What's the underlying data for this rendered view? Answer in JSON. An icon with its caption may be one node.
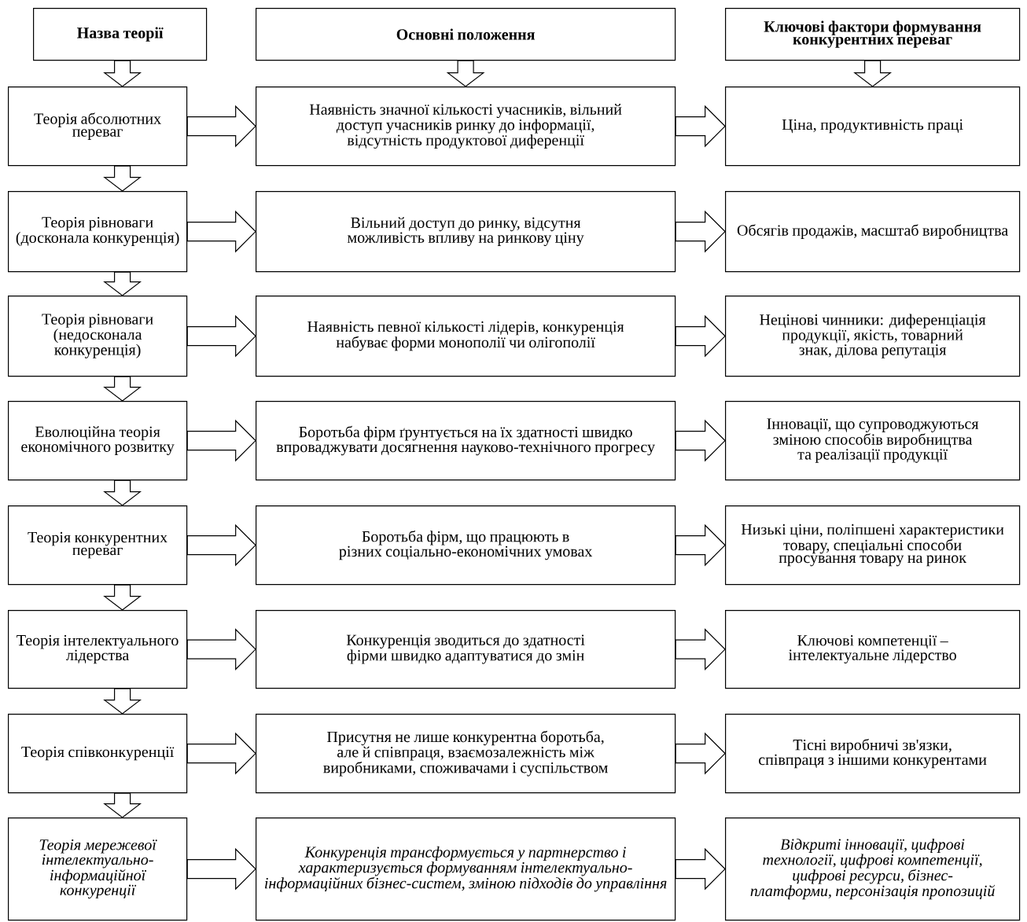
{
  "diagram": {
    "nodes": [
      {
        "text": [
          "Назва теорії"
        ]
      },
      {
        "text": [
          "Основні положення"
        ]
      },
      {
        "text": [
          "Ключові фактори формування конкурентних переваг"
        ]
      },
      {
        "text": [
          "Теорія абсолютних переваг"
        ]
      },
      {
        "text": [
          "Наявність значної кількості учасників, вільний доступ учасників ринку до інформації, відсутність продуктової диференції"
        ]
      },
      {
        "text": [
          "Ціна, продуктивність праці"
        ]
      },
      {
        "text": [
          "Теорія рівноваги (досконала конкуренція)"
        ]
      },
      {
        "text": [
          "Вільний доступ до ринку, відсутня можливість впливу на ринкову ціну"
        ]
      },
      {
        "text": [
          "Обсягів продажів, масштаб виробництва"
        ]
      },
      {
        "text": [
          "Теорія рівноваги (недосконала конкуренція)"
        ]
      },
      {
        "text": [
          "Наявність певної кількості лідерів, конкуренція набуває форми монополії чи олігополії"
        ]
      },
      {
        "text": [
          "Нецінові чинники: диференціація продукції, якість, товарний знак, ділова репутація"
        ]
      },
      {
        "text": [
          "Еволюційна теорія економічного розвитку"
        ]
      },
      {
        "text": [
          "Боротьба фірм ґрунтується на їх здатності швидко впроваджувати досягнення науково-технічного прогресу"
        ]
      },
      {
        "text": [
          "Інновації, що супроводжуються зміною способів виробництва та реалізації продукції"
        ]
      },
      {
        "text": [
          "Теорія конкурентних переваг"
        ]
      },
      {
        "text": [
          "Боротьба фірм, що працюють в різних соціально-економічних умовах"
        ]
      },
      {
        "text": [
          "Низькі ціни, поліпшені характеристики товару, спеціальні способи просування товару на ринок"
        ]
      },
      {
        "text": [
          "Теорія інтелектуального лідерства"
        ]
      },
      {
        "text": [
          "Конкуренція зводиться до здатності фірми швидко адаптуватися до змін"
        ]
      },
      {
        "text": [
          "Ключові компетенції – інтелектуальне лідерство"
        ]
      },
      {
        "text": [
          "Теорія співконкуренції"
        ]
      },
      {
        "text": [
          "Присутня не лише конкурентна боротьба, але й співпраця, взаємозалежність між виробниками, споживачами і суспільством"
        ]
      },
      {
        "text": [
          "Тісні виробничі зв'язки, співпраця з іншими конкурентами"
        ]
      },
      {
        "text": [
          "Теорія мережевої інтелектуально-інформаційної конкуренції"
        ]
      },
      {
        "text": [
          "Конкуренція трансформується у партнерство і характеризується формуванням інтелектуально-інформаційних бізнес-систем, зміною підходів до управління"
        ]
      },
      {
        "text": [
          "Відкриті інновації, цифрові технології, цифрові компетенції, цифрові ресурси, бізнес-платформи, персонізація пропозицій"
        ]
      }
    ],
    "edges": [
      {
        "from": 0,
        "to": 3,
        "arrow": "to"
      },
      {
        "from": 1,
        "to": 4,
        "arrow": "to"
      },
      {
        "from": 2,
        "to": 5,
        "arrow": "to"
      },
      {
        "from": 3,
        "to": 4,
        "arrow": "to"
      },
      {
        "from": 4,
        "to": 5,
        "arrow": "to"
      },
      {
        "from": 3,
        "to": 6,
        "arrow": "to"
      },
      {
        "from": 6,
        "to": 7,
        "arrow": "to"
      },
      {
        "from": 7,
        "to": 8,
        "arrow": "to"
      },
      {
        "from": 6,
        "to": 9,
        "arrow": "to"
      },
      {
        "from": 9,
        "to": 10,
        "arrow": "to"
      },
      {
        "from": 10,
        "to": 11,
        "arrow": "to"
      },
      {
        "from": 9,
        "to": 12,
        "arrow": "to"
      },
      {
        "from": 12,
        "to": 13,
        "arrow": "to"
      },
      {
        "from": 13,
        "to": 14,
        "arrow": "to"
      },
      {
        "from": 12,
        "to": 15,
        "arrow": "to"
      },
      {
        "from": 15,
        "to": 16,
        "arrow": "to"
      },
      {
        "from": 16,
        "to": 17,
        "arrow": "to"
      },
      {
        "from": 15,
        "to": 18,
        "arrow": "to"
      },
      {
        "from": 18,
        "to": 19,
        "arrow": "to"
      },
      {
        "from": 19,
        "to": 20,
        "arrow": "to"
      },
      {
        "from": 18,
        "to": 21,
        "arrow": "to"
      },
      {
        "from": 21,
        "to": 22,
        "arrow": "to"
      },
      {
        "from": 22,
        "to": 23,
        "arrow": "to"
      },
      {
        "from": 21,
        "to": 24,
        "arrow": "to"
      },
      {
        "from": 24,
        "to": 25,
        "arrow": "to"
      },
      {
        "from": 25,
        "to": 26,
        "arrow": "to"
      }
    ]
  }
}
